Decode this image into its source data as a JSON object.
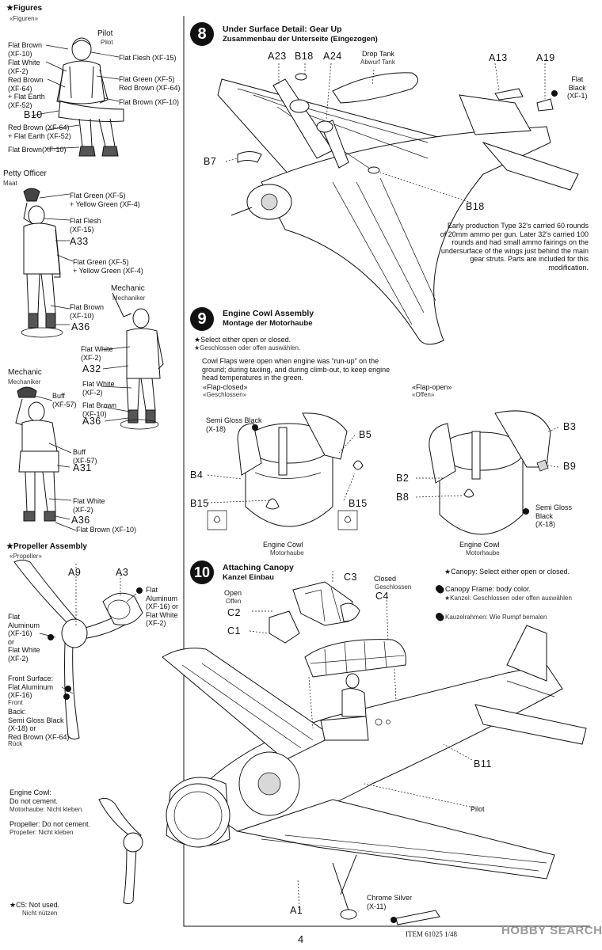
{
  "figures": {
    "title": "★Figures",
    "title_de": "«Figuren»",
    "pilot": {
      "name": "Pilot",
      "name_de": "Pilot",
      "labels": [
        {
          "t": "Flat Brown\n(XF-10)"
        },
        {
          "t": "Flat White\n(XF-2)"
        },
        {
          "t": "Red Brown\n(XF-64)\n+ Flat Earth\n(XF-52)"
        },
        {
          "t": "B10"
        },
        {
          "t": "Red Brown (XF-64)\n+ Flat Earth (XF-52)"
        },
        {
          "t": "Flat Brown(XF-10)"
        },
        {
          "t": "Flat Flesh (XF-15)"
        },
        {
          "t": "Flat Green (XF-5)\nRed Brown (XF-64)"
        },
        {
          "t": "Flat Brown (XF-10)"
        }
      ]
    },
    "petty_officer": {
      "name": "Petty Officer",
      "name_de": "Maat",
      "labels": [
        {
          "t": "Flat Green (XF-5)\n+ Yellow Green (XF-4)"
        },
        {
          "t": "Flat Flesh\n(XF-15)"
        },
        {
          "t": "A33"
        },
        {
          "t": "Flat Green (XF-5)\n+ Yellow Green (XF-4)"
        },
        {
          "t": "Flat Brown\n(XF-10)"
        },
        {
          "t": "A36"
        }
      ]
    },
    "mechanic1": {
      "name": "Mechanic",
      "name_de": "Mechaniker",
      "labels": [
        {
          "t": "Flat White\n(XF-2)"
        },
        {
          "t": "A32"
        },
        {
          "t": "Flat White\n(XF-2)"
        },
        {
          "t": "Flat Brown\n(XF-10)"
        },
        {
          "t": "A36"
        }
      ]
    },
    "mechanic2": {
      "name": "Mechanic",
      "name_de": "Mechaniker",
      "labels": [
        {
          "t": "Buff\n(XF-57)"
        },
        {
          "t": "Buff\n(XF-57)"
        },
        {
          "t": "A31"
        },
        {
          "t": "Flat White\n(XF-2)"
        },
        {
          "t": "A36"
        },
        {
          "t": "Flat Brown (XF-10)"
        }
      ]
    }
  },
  "propeller": {
    "title": "★Propeller Assembly",
    "title_de": "«Propeller»",
    "part_a9": "A9",
    "part_a3": "A3",
    "hub_color": "Flat\nAluminum\n(XF-16) or\nFlat White\n(XF-2)",
    "blade_color": "Flat\nAluminum\n(XF-16)\nor\nFlat White\n(XF-2)",
    "front": "Front Surface:\nFlat Aluminum\n(XF-16)",
    "front_de": "Front",
    "back": "Back:\nSemi Gloss Black\n(X-18) or\nRed Brown (XF-64)",
    "back_de": "Rück",
    "cowl_note": "Engine Cowl:\nDo not cement.",
    "cowl_note_de": "Motorhaube: Nicht kleben.",
    "prop_note": "Propeller: Do not cement.",
    "prop_note_de": "Propeller: Nicht kleben",
    "c5_note": "★C5: Not used.",
    "c5_note_de": "Nicht nützen"
  },
  "step8": {
    "number": "8",
    "title": "Under Surface Detail: Gear Up",
    "title_de": "Zusammenbau der Unterseite (Eingezogen)",
    "parts": [
      "A23",
      "B18",
      "A24",
      "A13",
      "A19",
      "B7",
      "B18"
    ],
    "drop_tank": "Drop Tank",
    "drop_tank_de": "Abwurf Tank",
    "flat_black": "Flat\nBlack\n(XF-1)",
    "note": "Early production Type 32's carried 60 rounds of 20mm ammo per gun. Later 32's carried 100 rounds and had small ammo fairings on the undersurface of the wings just behind the main gear struts. Parts are included for this modification."
  },
  "step9": {
    "number": "9",
    "title": "Engine Cowl Assembly",
    "title_de": "Montage der Motorhaube",
    "select": "★Select either open or closed.",
    "select_de": "★Geschlossen oder offen auswählen.",
    "note": "Cowl Flaps were open when engine was “run-up” on the ground; during taxiing, and during climb-out, to keep engine head temperatures in the green.",
    "closed": "«Flap-closed»",
    "closed_de": "«Geschlossen»",
    "open": "«Flap-open»",
    "open_de": "«Offen»",
    "sgb_left": "Semi Gloss Black\n(X-18)",
    "sgb_right": "Semi Gloss\nBlack\n(X-18)",
    "parts_left": [
      "B5",
      "B4",
      "B15",
      "B15"
    ],
    "parts_right": [
      "B3",
      "B9",
      "B2",
      "B8"
    ],
    "engine_cowl": "Engine Cowl",
    "engine_cowl_de": "Motorhaube"
  },
  "step10": {
    "number": "10",
    "title": "Attaching Canopy",
    "title_de": "Kanzel Einbau",
    "open": "Open",
    "open_de": "Offen",
    "closed": "Closed",
    "closed_de": "Geschlossen",
    "parts": [
      "C3",
      "C2",
      "C1",
      "C4",
      "B11",
      "A1"
    ],
    "pilot": "Pilot",
    "chrome": "Chrome Silver\n(X-11)",
    "canopy_select": "★Canopy: Select either open or closed.",
    "canopy_frame": "Canopy Frame: body color.",
    "canopy_de": "★Kanzel: Geschlossen oder offen auswählen",
    "canopy_frame_de": "Kauzelrahmen: Wie Rumpf bemalen"
  },
  "footer": {
    "page": "4",
    "item": "ITEM 61025  1/48",
    "watermark": "HOBBY SEARCH"
  }
}
